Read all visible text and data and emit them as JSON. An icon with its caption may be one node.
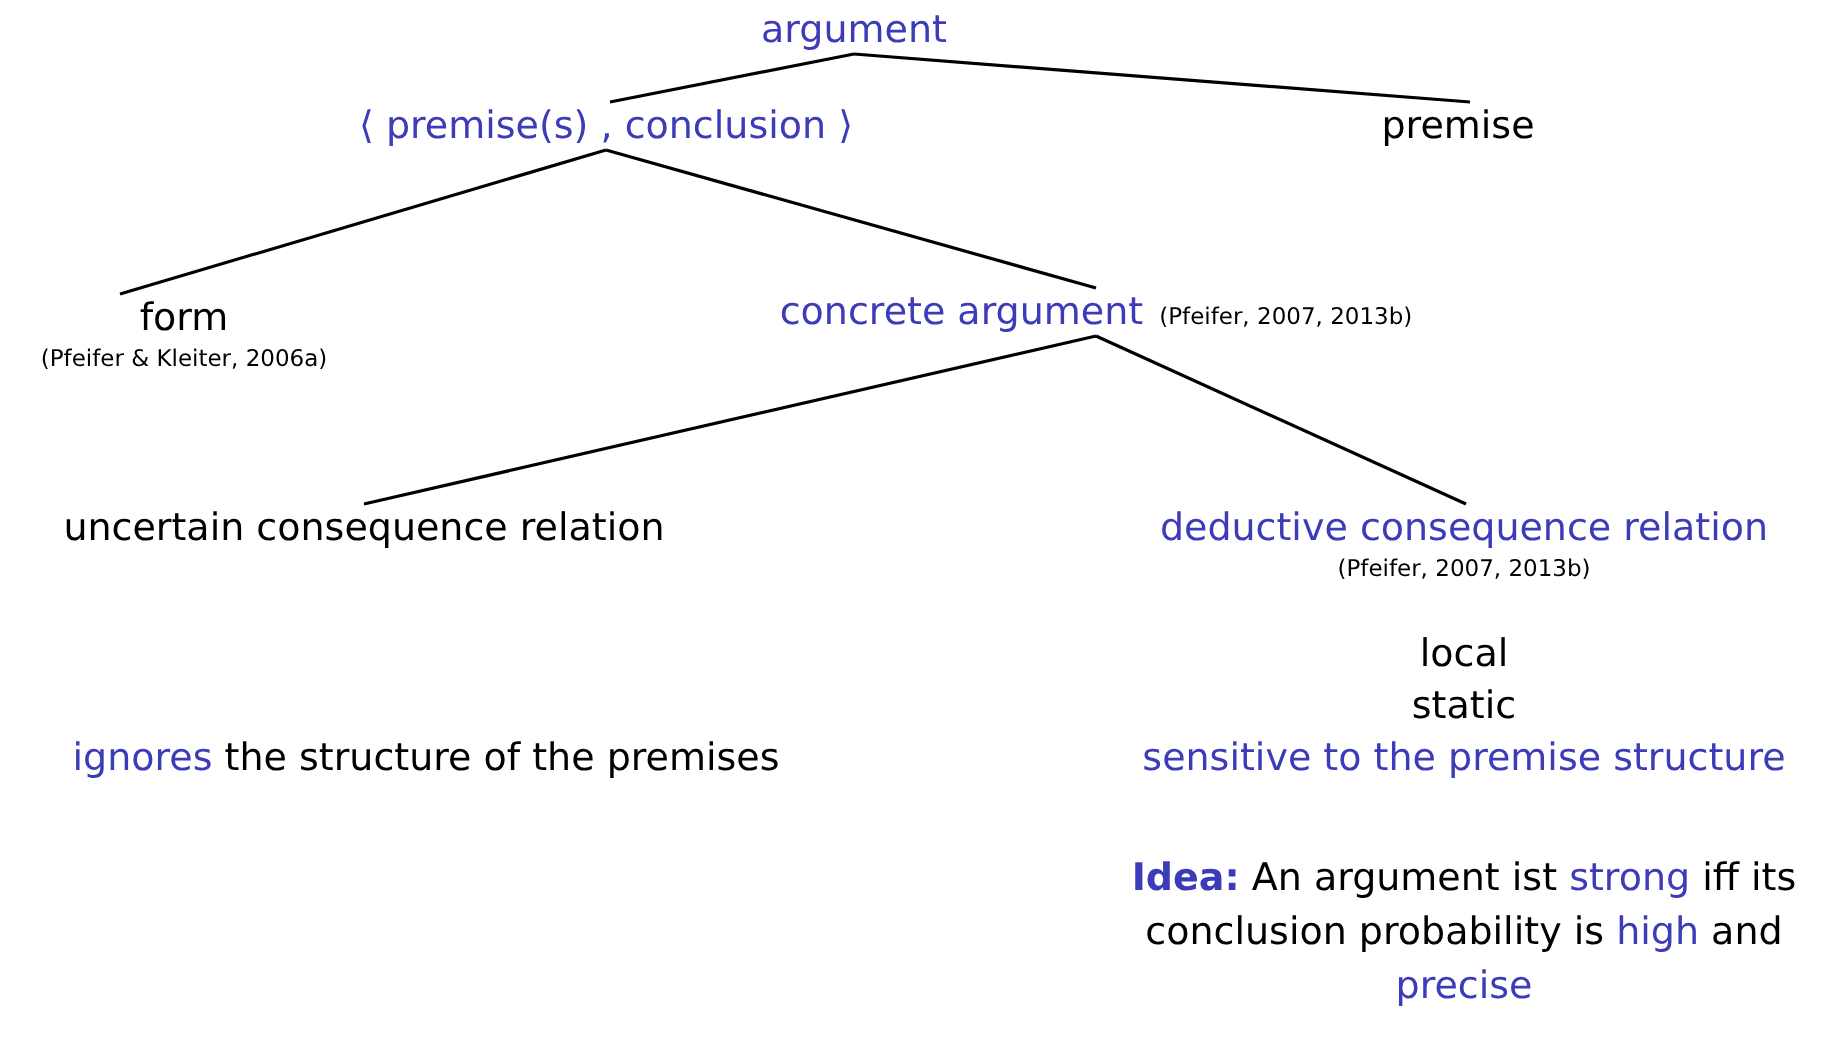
{
  "diagram": {
    "nodes": [
      {
        "text": [
          "argument"
        ]
      },
      {
        "text": [
          "⟨ premise(s) , conclusion ⟩"
        ]
      },
      {
        "text": [
          "premise"
        ]
      },
      {
        "text": [
          "form",
          "(Pfeifer & Kleiter, 2006a)"
        ]
      },
      {
        "text": [
          "concrete argument",
          "(Pfeifer, 2007, 2013b)"
        ]
      },
      {
        "text": [
          "uncertain consequence relation"
        ]
      },
      {
        "text": [
          "deductive consequence relation",
          "(Pfeifer, 2007, 2013b)"
        ]
      }
    ],
    "edges": [
      {
        "from": 0,
        "to": 1,
        "arrow": "none"
      },
      {
        "from": 0,
        "to": 2,
        "arrow": "none"
      },
      {
        "from": 1,
        "to": 3,
        "arrow": "none"
      },
      {
        "from": 1,
        "to": 4,
        "arrow": "none"
      },
      {
        "from": 4,
        "to": 5,
        "arrow": "none"
      },
      {
        "from": 4,
        "to": 6,
        "arrow": "none"
      }
    ],
    "labels": [
      "local",
      "static",
      "*ignores* the structure of the premises",
      "sensitive to the premise structure",
      "**Idea:** An argument ist *strong* iff its conclusion probability is *high* and *precise*"
    ]
  }
}
